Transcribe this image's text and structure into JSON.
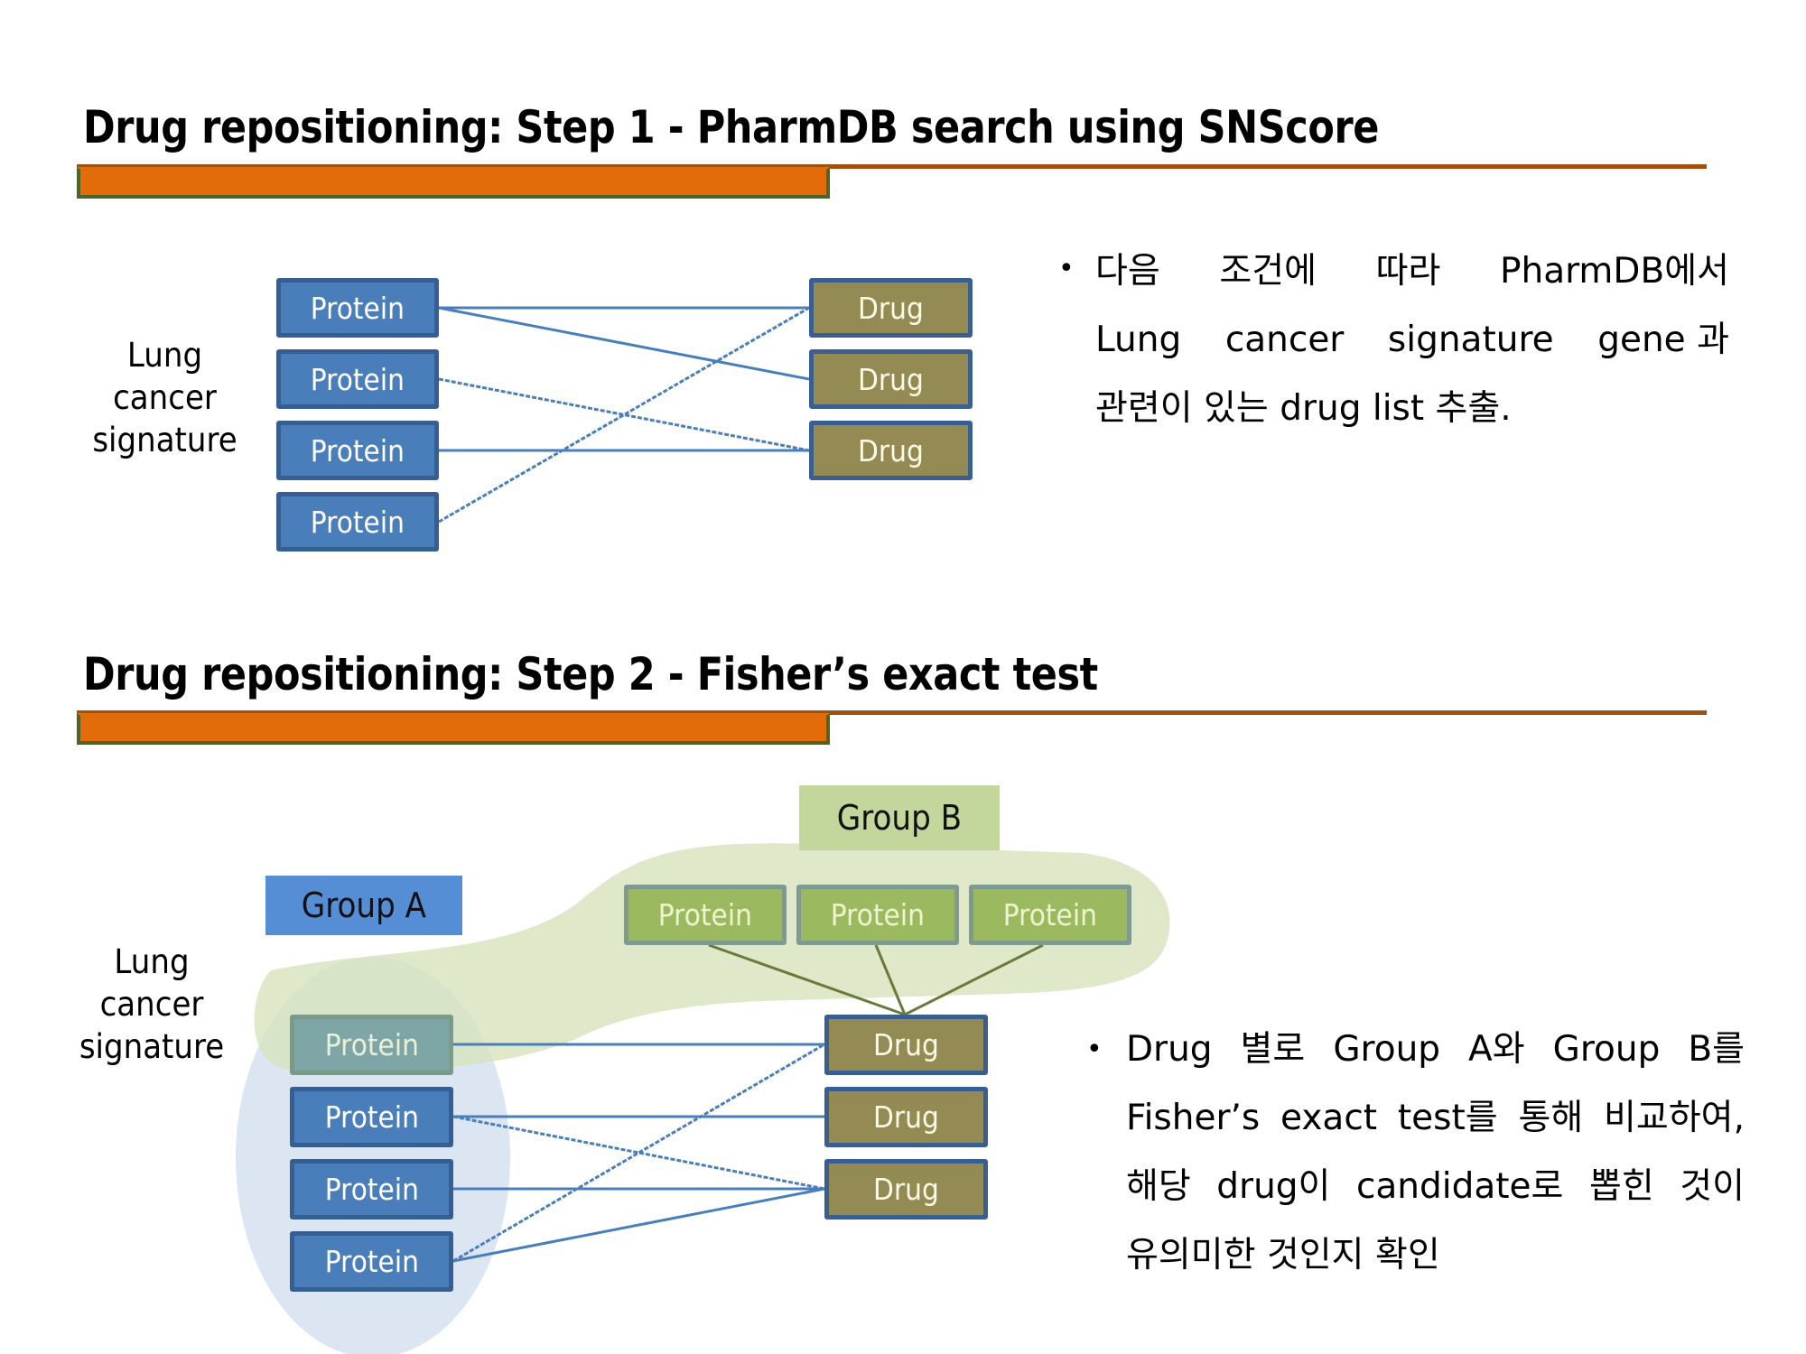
{
  "colors": {
    "rule": "#a0500c",
    "accent_bar": "#e36c0a",
    "accent_bar_border": "#4f6228",
    "protein_fill": "#4a7ebb",
    "drug_fill": "#948a54",
    "group_b_protein_fill": "#9bb95e",
    "group_a_label_fill": "#558ed5",
    "group_b_label_fill": "#c3d69b",
    "edge_blue": "#4a7ebb",
    "edge_olive": "#6b7a3a",
    "group_a_region": "#dce6f2",
    "group_b_region": "#d7e4bd"
  },
  "step1": {
    "title": "Drug repositioning: Step 1 - PharmDB search using SNScore",
    "signature_label": [
      "Lung",
      "cancer",
      "signature"
    ],
    "proteins": [
      "Protein",
      "Protein",
      "Protein",
      "Protein"
    ],
    "drugs": [
      "Drug",
      "Drug",
      "Drug"
    ],
    "edges": [
      {
        "from": 0,
        "to": 0,
        "style": "solid"
      },
      {
        "from": 0,
        "to": 1,
        "style": "solid"
      },
      {
        "from": 1,
        "to": 2,
        "style": "dashed"
      },
      {
        "from": 2,
        "to": 2,
        "style": "solid"
      },
      {
        "from": 3,
        "to": 0,
        "style": "dashed"
      }
    ],
    "bullet": {
      "lines": [
        [
          "다음",
          "조건에",
          "따라",
          "PharmDB에서"
        ],
        [
          "Lung",
          "cancer",
          "signature",
          "gene 과"
        ],
        [
          "관련이 있는 drug list 추출."
        ]
      ]
    }
  },
  "step2": {
    "title": "Drug repositioning: Step 2 - Fisher’s exact test",
    "signature_label": [
      "Lung",
      "cancer",
      "signature"
    ],
    "group_a_label": "Group A",
    "group_b_label": "Group B",
    "group_a_proteins": [
      "Protein",
      "Protein",
      "Protein",
      "Protein"
    ],
    "group_b_proteins": [
      "Protein",
      "Protein",
      "Protein"
    ],
    "drugs": [
      "Drug",
      "Drug",
      "Drug"
    ],
    "edges_a": [
      {
        "from": 0,
        "to": 0,
        "style": "solid"
      },
      {
        "from": 1,
        "to": 1,
        "style": "solid"
      },
      {
        "from": 1,
        "to": 2,
        "style": "dashed"
      },
      {
        "from": 2,
        "to": 2,
        "style": "solid"
      },
      {
        "from": 3,
        "to": 0,
        "style": "dashed"
      },
      {
        "from": 3,
        "to": 2,
        "style": "solid"
      }
    ],
    "edges_b": [
      {
        "from": 0,
        "to": 0
      },
      {
        "from": 1,
        "to": 0
      },
      {
        "from": 2,
        "to": 0
      }
    ],
    "bullet": {
      "lines": [
        [
          "Drug",
          "별로",
          "Group",
          "A와",
          "Group",
          "B를"
        ],
        [
          "Fisher’s",
          "exact",
          "test를",
          "통해",
          "비교하여,"
        ],
        [
          "해당",
          "drug이",
          "candidate로",
          "뽑힌",
          "것이"
        ],
        [
          "유의미한 것인지 확인"
        ]
      ]
    }
  }
}
